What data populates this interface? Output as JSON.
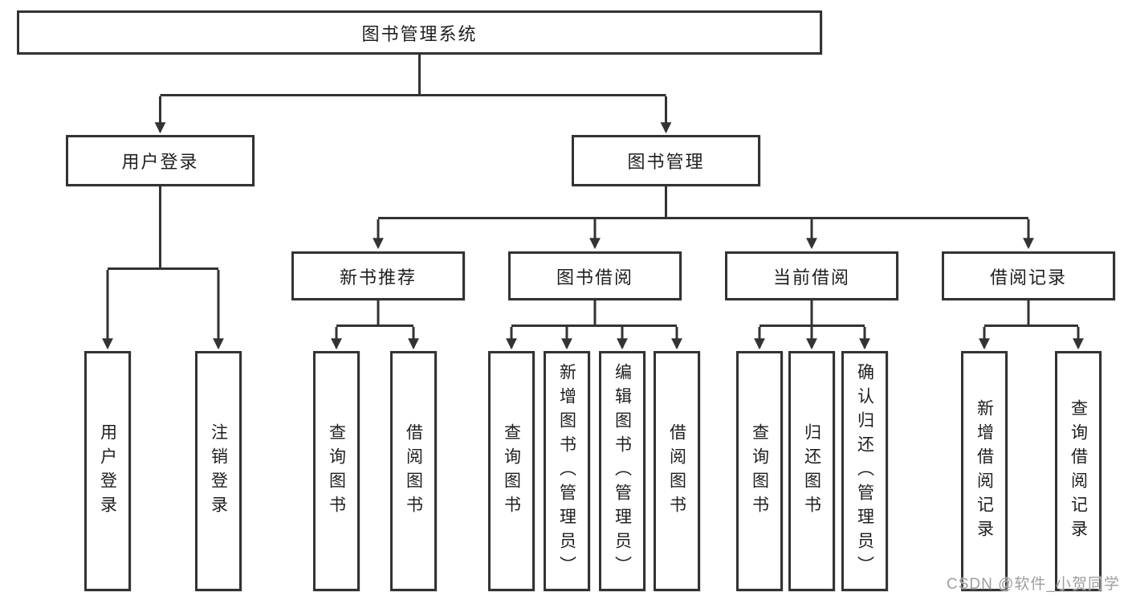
{
  "watermark": {
    "text": "CSDN @软件_小贺同学"
  },
  "colors": {
    "line": "#333333",
    "text": "#1f1f1f",
    "watermark": "#9e9e9e",
    "background": "#ffffff"
  },
  "tree": {
    "label": "图书管理系统",
    "children": [
      {
        "label": "用户登录",
        "children": [
          {
            "label": "用户登录"
          },
          {
            "label": "注销登录"
          }
        ]
      },
      {
        "label": "图书管理",
        "children": [
          {
            "label": "新书推荐",
            "children": [
              {
                "label": "查询图书"
              },
              {
                "label": "借阅图书"
              }
            ]
          },
          {
            "label": "图书借阅",
            "children": [
              {
                "label": "查询图书"
              },
              {
                "label": "新增图书（管理员）"
              },
              {
                "label": "编辑图书（管理员）"
              },
              {
                "label": "借阅图书"
              }
            ]
          },
          {
            "label": "当前借阅",
            "children": [
              {
                "label": "查询图书"
              },
              {
                "label": "归还图书"
              },
              {
                "label": "确认归还（管理员）"
              }
            ]
          },
          {
            "label": "借阅记录",
            "children": [
              {
                "label": "新增借阅记录"
              },
              {
                "label": "查询借阅记录"
              }
            ]
          }
        ]
      }
    ]
  }
}
